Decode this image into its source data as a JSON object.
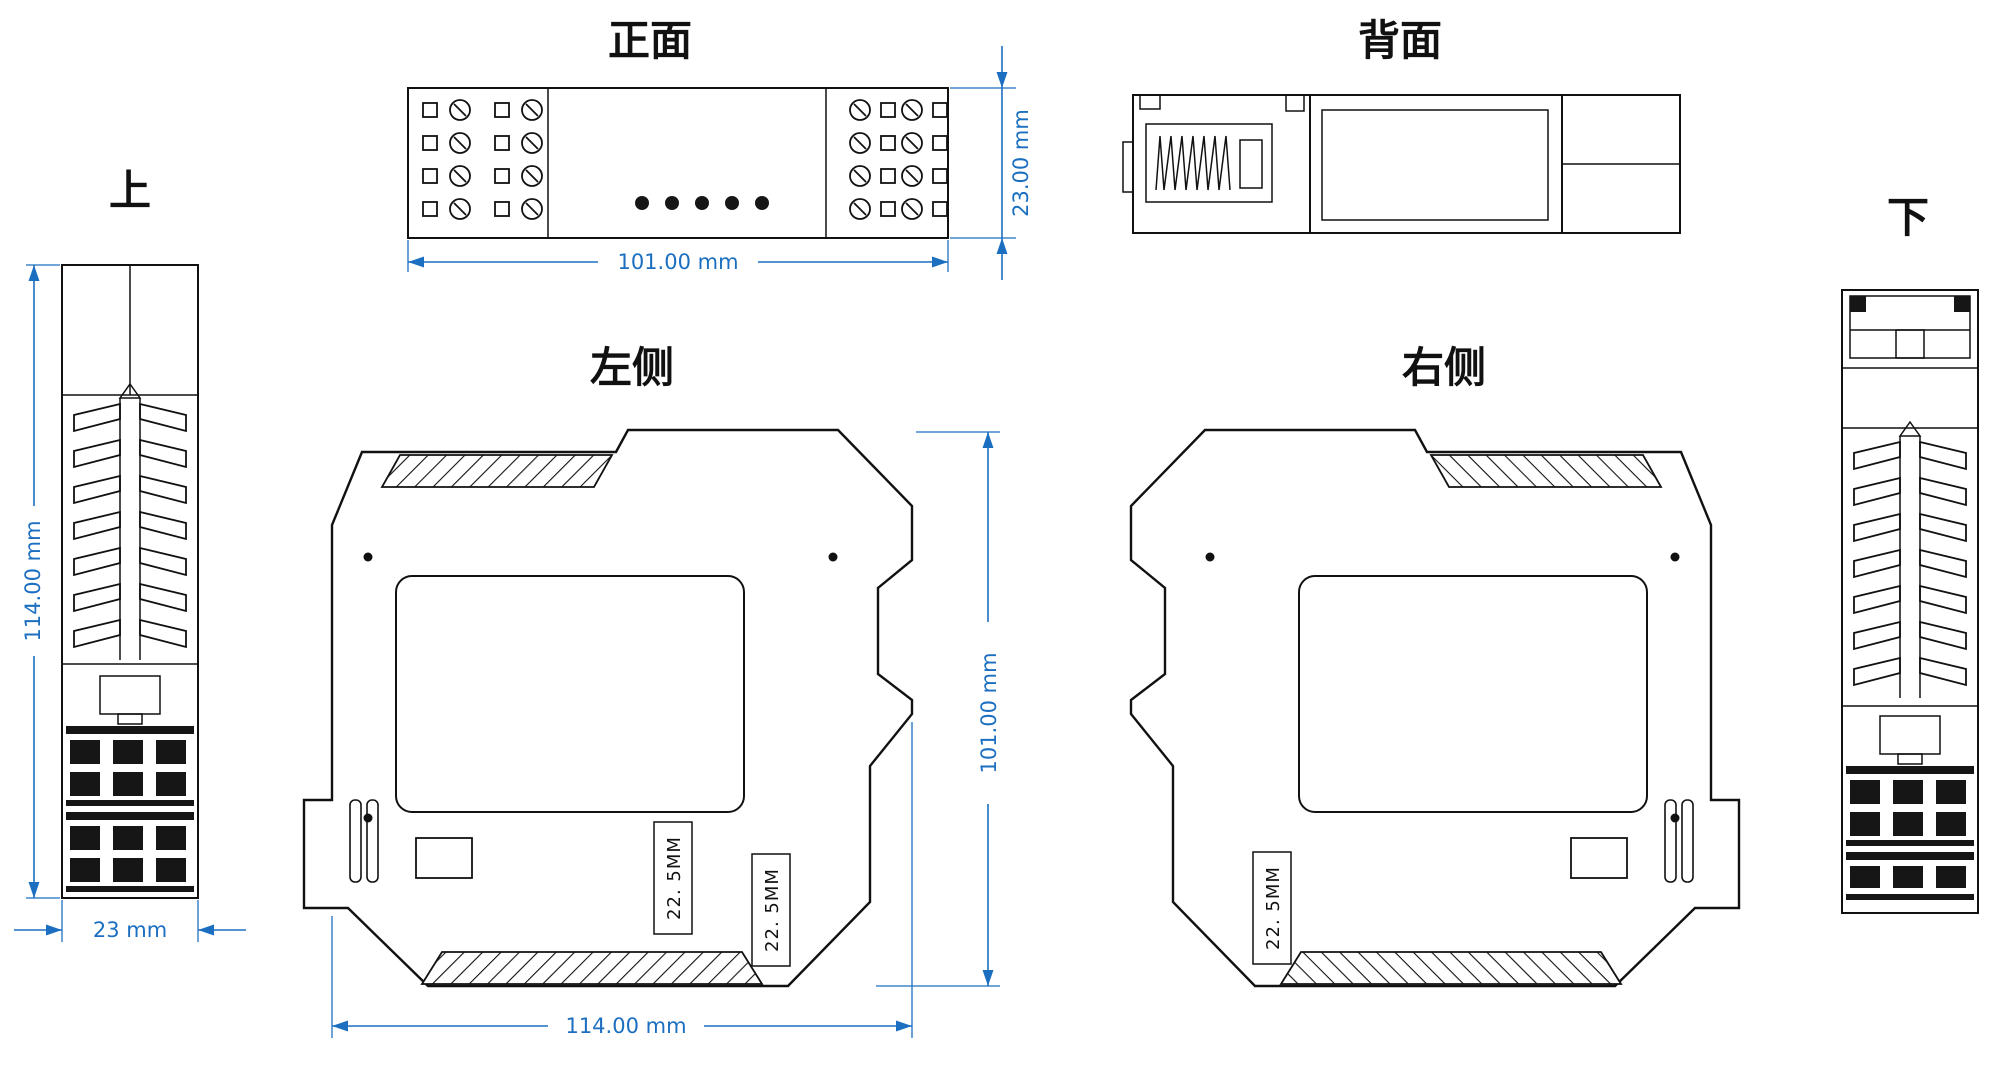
{
  "drawing": {
    "type": "mechanical-dimension-drawing",
    "subject": "DIN-rail module dimensional views",
    "colors": {
      "line": "#111111",
      "dimension": "#1c6fc0",
      "background": "#ffffff"
    },
    "views": {
      "front": {
        "title": "正面",
        "width_dim": "101.00 mm",
        "height_dim": "23.00 mm"
      },
      "back": {
        "title": "背面"
      },
      "top": {
        "title": "上",
        "height_dim": "114.00 mm",
        "width_dim": "23 mm"
      },
      "bottom": {
        "title": "下"
      },
      "left": {
        "title": "左侧",
        "height_dim": "101.00 mm",
        "width_dim": "114.00 mm",
        "rail_label_a": "22. 5MM",
        "rail_label_b": "22. 5MM"
      },
      "right": {
        "title": "右侧",
        "rail_label": "22. 5MM"
      }
    }
  }
}
